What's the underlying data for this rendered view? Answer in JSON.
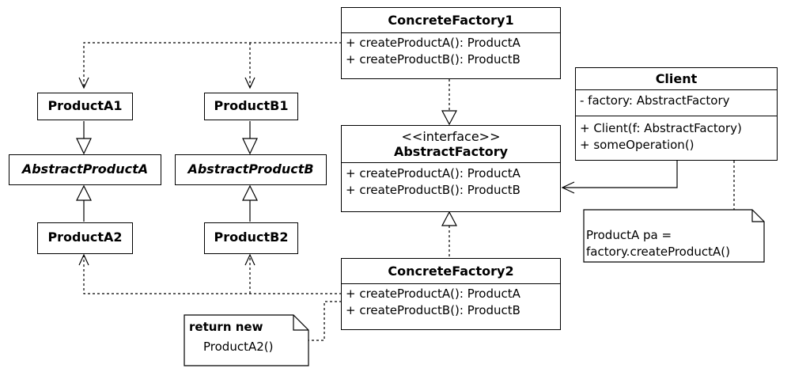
{
  "diagram": {
    "concrete_factory1": {
      "name": "ConcreteFactory1",
      "operations": [
        "+ createProductA(): ProductA",
        "+ createProductB(): ProductB"
      ]
    },
    "abstract_factory": {
      "stereotype": "<<interface>>",
      "name": "AbstractFactory",
      "operations": [
        "+ createProductA(): ProductA",
        "+ createProductB(): ProductB"
      ]
    },
    "concrete_factory2": {
      "name": "ConcreteFactory2",
      "operations": [
        "+ createProductA(): ProductA",
        "+ createProductB(): ProductB"
      ]
    },
    "client": {
      "name": "Client",
      "attributes": [
        "- factory: AbstractFactory"
      ],
      "operations": [
        "+ Client(f: AbstractFactory)",
        "+ someOperation()"
      ]
    },
    "product_a1": {
      "name": "ProductA1"
    },
    "product_b1": {
      "name": "ProductB1"
    },
    "abstract_product_a": {
      "name": "AbstractProductA"
    },
    "abstract_product_b": {
      "name": "AbstractProductB"
    },
    "product_a2": {
      "name": "ProductA2"
    },
    "product_b2": {
      "name": "ProductB2"
    },
    "client_note": {
      "lines": [
        "ProductA pa =",
        "factory.createProductA()"
      ]
    },
    "factory2_note": {
      "lines": [
        "return new",
        "ProductA2()"
      ]
    }
  }
}
